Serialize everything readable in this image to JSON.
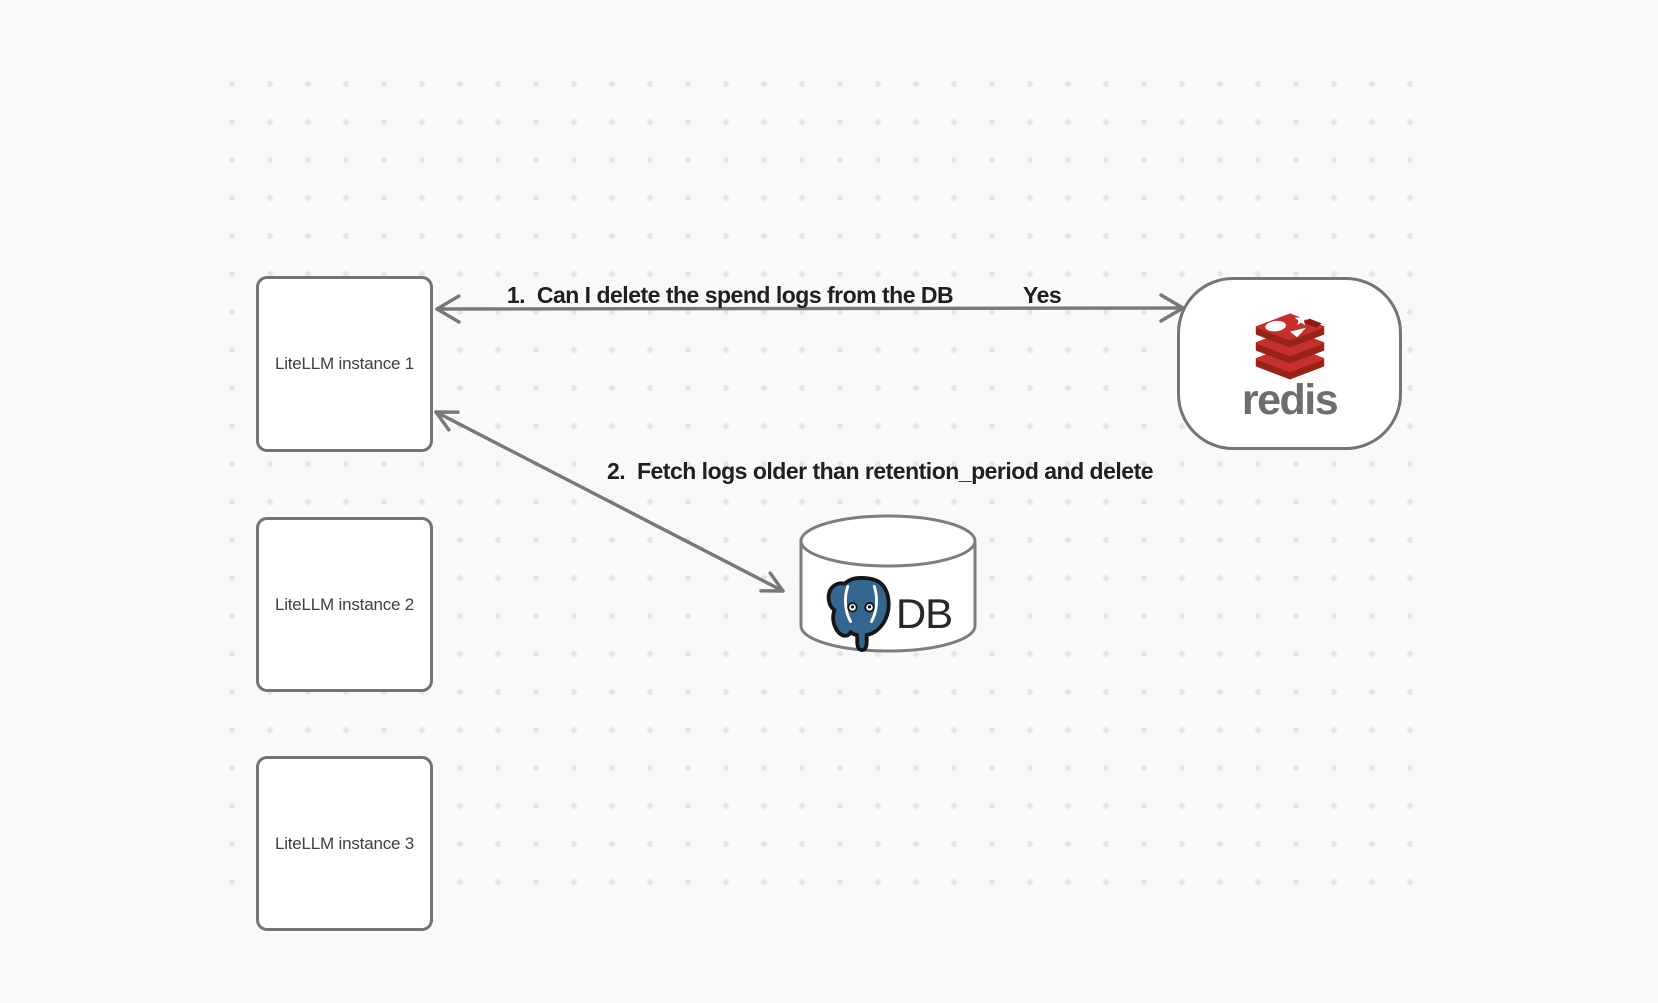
{
  "canvas": {
    "background_color": "#f9f9f9",
    "dot_color": "#e6e6e6",
    "stroke_color": "#747474"
  },
  "nodes": {
    "instance1": {
      "label": "LiteLLM instance 1"
    },
    "instance2": {
      "label": "LiteLLM instance 2"
    },
    "instance3": {
      "label": "LiteLLM instance 3"
    },
    "redis": {
      "label": "redis",
      "icon": "redis-stack-icon",
      "brand_red": "#c6302b",
      "brand_red_dark": "#9a2318",
      "wordmark_color": "#6d6d6d"
    },
    "db": {
      "label": "DB",
      "icon": "postgresql-elephant-icon",
      "postgres_blue": "#336791"
    }
  },
  "arrows": {
    "arrow1": {
      "label": "1.  Can I delete the spend logs from the DB",
      "response": "Yes",
      "between": "LiteLLM instance 1 and redis",
      "heads": "both"
    },
    "arrow2": {
      "label": "2.  Fetch logs older than retention_period and delete",
      "between": "LiteLLM instance 1 and DB",
      "heads": "both"
    }
  }
}
